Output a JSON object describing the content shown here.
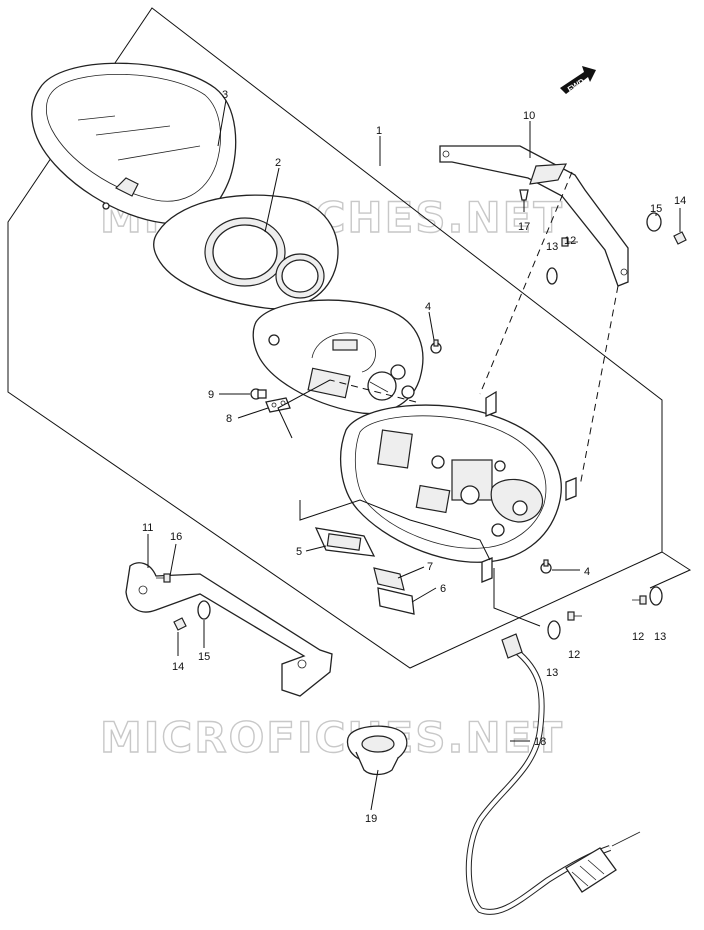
{
  "watermark": "MICROFICHES.NET",
  "direction_label": "FWD",
  "callouts": {
    "c1": "1",
    "c2": "2",
    "c3": "3",
    "c4a": "4",
    "c4b": "4",
    "c5": "5",
    "c6": "6",
    "c7": "7",
    "c8": "8",
    "c9": "9",
    "c10": "10",
    "c11": "11",
    "c12a": "12",
    "c12b": "12",
    "c12c": "12",
    "c13a": "13",
    "c13b": "13",
    "c13c": "13",
    "c14a": "14",
    "c14b": "14",
    "c15a": "15",
    "c15b": "15",
    "c16": "16",
    "c17": "17",
    "c18": "18",
    "c19": "19"
  }
}
